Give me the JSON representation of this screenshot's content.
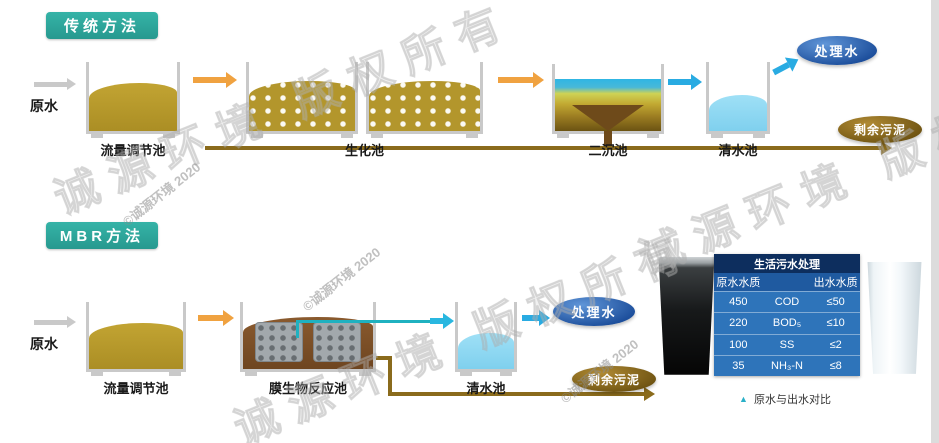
{
  "watermarks": {
    "large": "诚源环境 版权所有",
    "small": "©诚源环境 2020"
  },
  "colors": {
    "badge_teal": "#2FA79C",
    "arrow_orange": "#F0A240",
    "arrow_blue": "#29ABE2",
    "arrow_gray": "#C9C9C9",
    "pipe_teal": "#1FB1C0",
    "sludge_brown": "#8A6B1C",
    "tank_wall_gray": "#C9C9C9",
    "olive_liquid": "#B3962C",
    "clear_water": "#7FD0EE",
    "membrane_liquid": "#7D4F27",
    "treated_oval_blue": "#1D4F9C",
    "sludge_oval_brown": "#6E5312",
    "table_title_navy": "#0D2E5E",
    "table_body_blue": "#2E74BA"
  },
  "traditional": {
    "badge": "传统方法",
    "raw_water": "原水",
    "tank_regulation": "流量调节池",
    "tank_bio": "生化池",
    "tank_sedimentation": "二沉池",
    "tank_clear": "清水池",
    "treated_water": "处理水",
    "excess_sludge": "剩余污泥"
  },
  "mbr": {
    "badge": "MBR方法",
    "raw_water": "原水",
    "tank_regulation": "流量调节池",
    "tank_membrane": "膜生物反应池",
    "tank_clear": "清水池",
    "treated_water": "处理水",
    "excess_sludge": "剩余污泥"
  },
  "table": {
    "title": "生活污水处理",
    "col_raw": "原水水质",
    "col_out": "出水水质",
    "rows": [
      {
        "raw": "450",
        "param": "COD",
        "out": "≤50"
      },
      {
        "raw": "220",
        "param": "BOD₅",
        "out": "≤10"
      },
      {
        "raw": "100",
        "param": "SS",
        "out": "≤2"
      },
      {
        "raw": "35",
        "param": "NH₃-N",
        "out": "≤8"
      }
    ]
  },
  "caption": {
    "marker": "▲",
    "text": "原水与出水对比"
  }
}
